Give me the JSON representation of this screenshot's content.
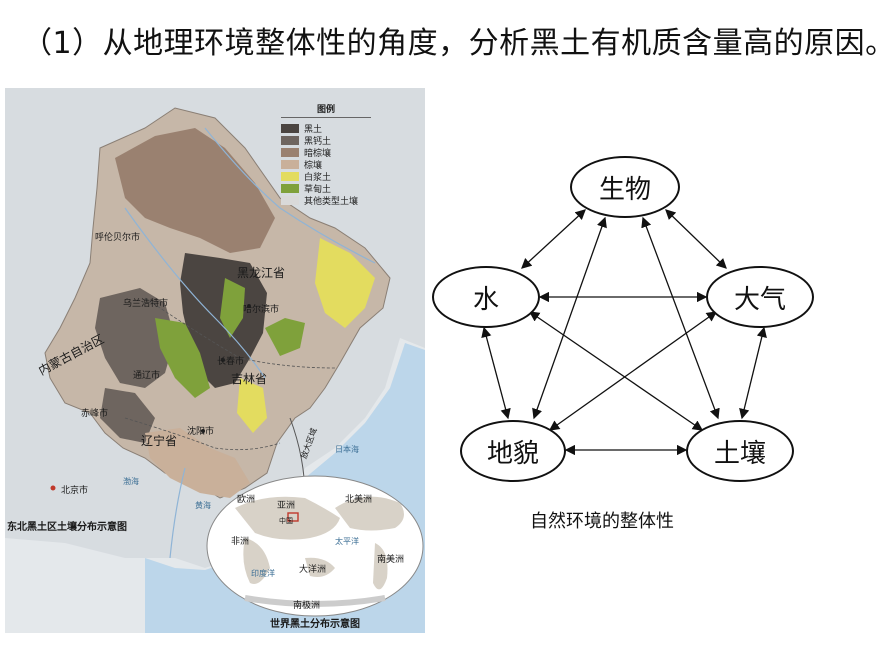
{
  "question": "（1）从地理环境整体性的角度，分析黑土有机质含量高的原因。",
  "map": {
    "legend_title": "图例",
    "legend": [
      {
        "label": "黑土",
        "color": "#4b4541"
      },
      {
        "label": "黑钙土",
        "color": "#6e655f"
      },
      {
        "label": "暗棕壤",
        "color": "#9a8170"
      },
      {
        "label": "棕壤",
        "color": "#c9b09a"
      },
      {
        "label": "白浆土",
        "color": "#e3dc5f"
      },
      {
        "label": "草甸土",
        "color": "#7fa13b"
      },
      {
        "label": "其他类型土壤",
        "color": "#d9d9d9"
      }
    ],
    "places": {
      "hulunbuir": "呼伦贝尔市",
      "heilongjiang": "黑龙江省",
      "ulanhot": "乌兰浩特市",
      "harbin": "哈尔滨市",
      "inner_mongolia": "内蒙古自治区",
      "changchun": "长春市",
      "tongliao": "通辽市",
      "jilin": "吉林省",
      "chifeng": "赤峰市",
      "shenyang": "沈阳市",
      "liaoning": "辽宁省",
      "beijing": "北京市",
      "bohai": "渤海",
      "huanghai": "黄海",
      "sea_of_japan": "日本海",
      "inset_link": "放大区域"
    },
    "caption": "东北黑土区土壤分布示意图",
    "world": {
      "europe": "欧洲",
      "asia": "亚洲",
      "north_america": "北美洲",
      "africa": "非洲",
      "oceania": "大洋洲",
      "south_america": "南美洲",
      "antarctica": "南极洲",
      "china": "中国",
      "pacific": "太平洋",
      "indian_ocean": "印度洋",
      "caption": "世界黑土分布示意图"
    }
  },
  "diagram": {
    "nodes": {
      "biology": "生物",
      "water": "水",
      "atmosphere": "大气",
      "landform": "地貌",
      "soil": "土壤"
    },
    "caption": "自然环境的整体性"
  }
}
